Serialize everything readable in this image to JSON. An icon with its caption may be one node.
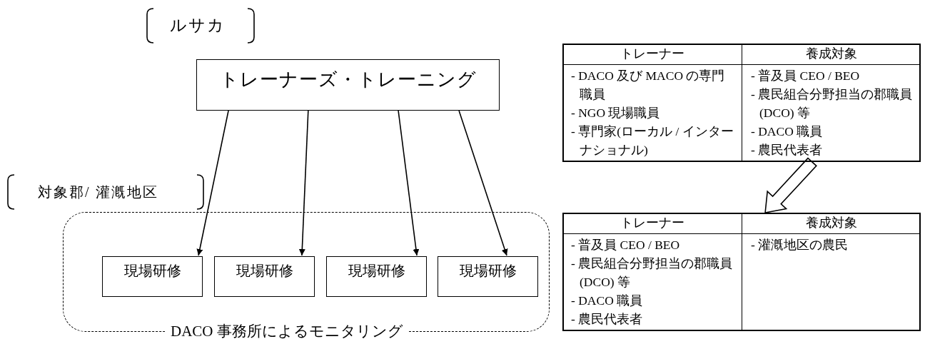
{
  "diagram": {
    "nodes": [
      {
        "text": [
          "トレーナーズ・トレーニング"
        ]
      },
      {
        "text": [
          "DACO 事務所によるモニタリング"
        ]
      },
      {
        "text": [
          "現場研修"
        ],
        "in": 1
      },
      {
        "text": [
          "現場研修"
        ],
        "in": 1
      },
      {
        "text": [
          "現場研修"
        ],
        "in": 1
      },
      {
        "text": [
          "現場研修"
        ],
        "in": 1
      },
      {
        "text": [],
        "shape": "box"
      },
      {
        "text": [
          "トレーナー"
        ],
        "in": 6
      },
      {
        "text": [
          "養成対象"
        ],
        "in": 6
      },
      {
        "text": [
          "- DACO 及び MACO の専門職員",
          "- NGO 現場職員",
          "- 専門家(ローカル / インターナショナル)"
        ],
        "in": 6
      },
      {
        "text": [
          "- 普及員 CEO / BEO",
          "- 農民組合分野担当の郡職員(DCO) 等",
          "- DACO 職員",
          "- 農民代表者"
        ],
        "in": 6
      },
      {
        "text": [],
        "shape": "box"
      },
      {
        "text": [
          "トレーナー"
        ],
        "in": 11
      },
      {
        "text": [
          "養成対象"
        ],
        "in": 11
      },
      {
        "text": [
          "- 普及員 CEO / BEO",
          "- 農民組合分野担当の郡職員(DCO) 等",
          "- DACO 職員",
          "- 農民代表者"
        ],
        "in": 11
      },
      {
        "text": [
          "- 灌漑地区の農民"
        ],
        "in": 11
      }
    ],
    "edges": [
      {
        "from": 0,
        "to": 2,
        "arrow": "to"
      },
      {
        "from": 0,
        "to": 3,
        "arrow": "to"
      },
      {
        "from": 0,
        "to": 4,
        "arrow": "to"
      },
      {
        "from": 0,
        "to": 5,
        "arrow": "to"
      },
      {
        "from": 6,
        "to": 11,
        "arrow": "to"
      }
    ],
    "labels": [
      "ルサカ",
      "対象郡/ 灌漑地区"
    ]
  }
}
